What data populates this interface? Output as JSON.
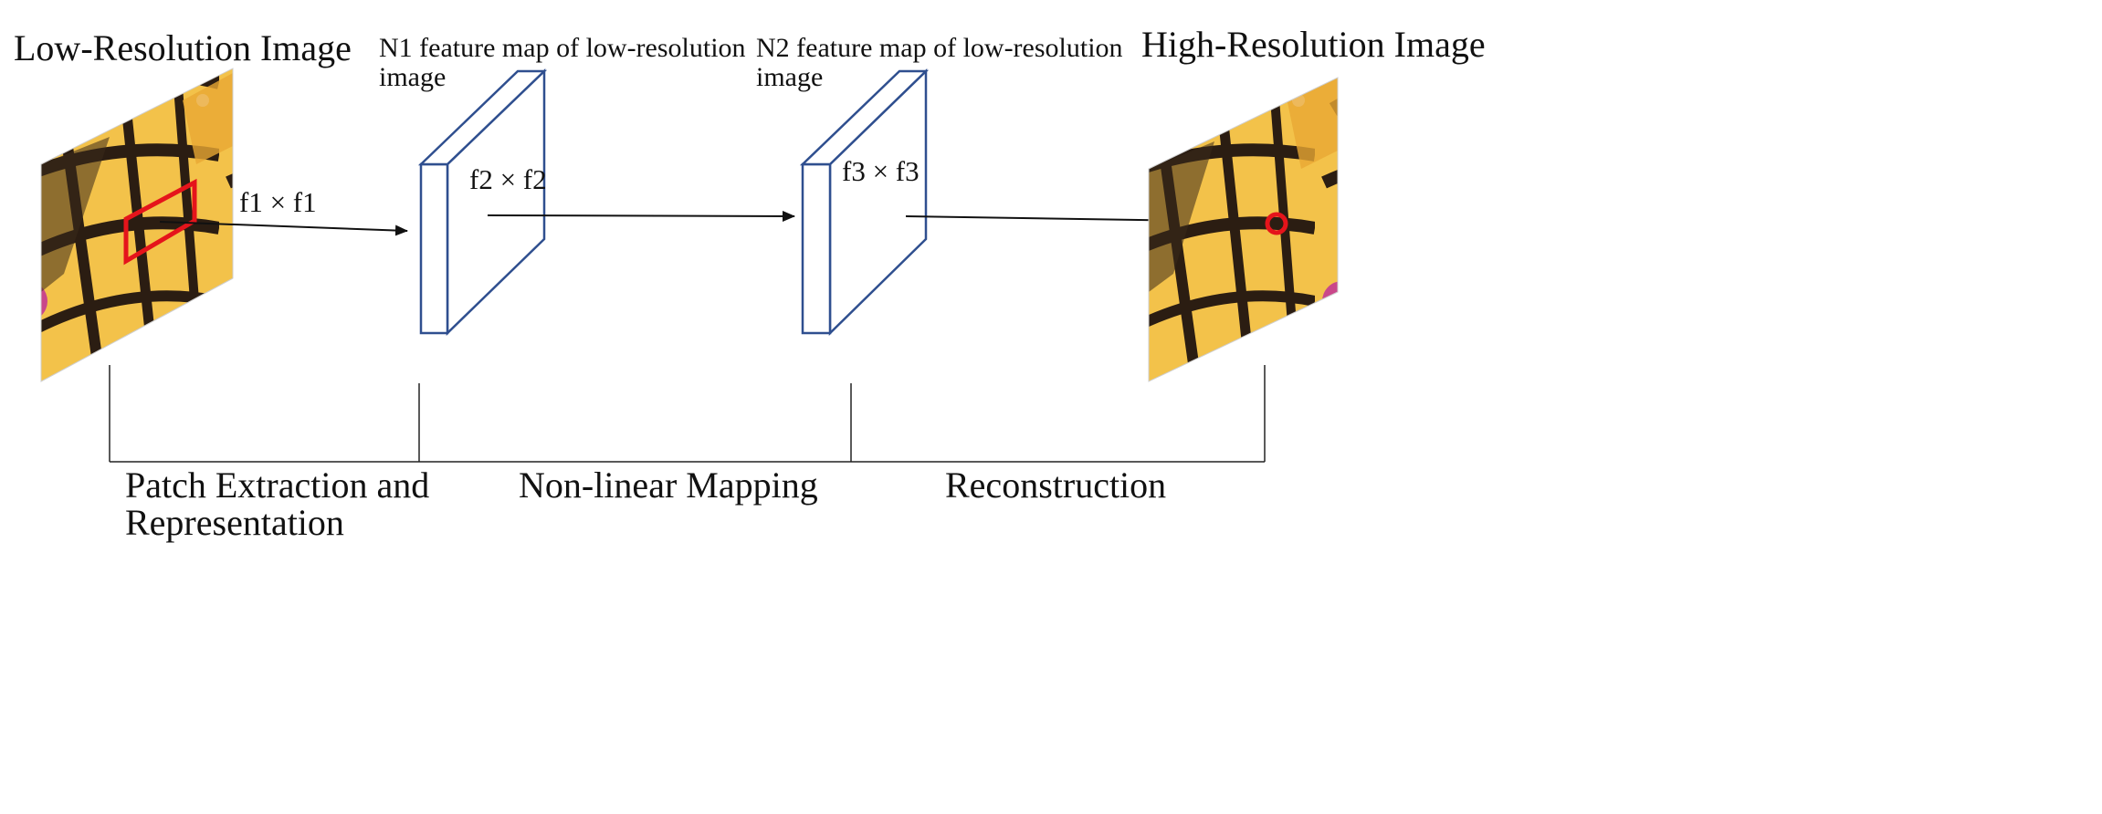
{
  "input": {
    "title": "Low-Resolution Image",
    "kernel_label": "f1 × f1"
  },
  "feature_map_1": {
    "caption_line1": "N1 feature map of low-resolution",
    "caption_line2": "image",
    "kernel_label": "f2 × f2"
  },
  "feature_map_2": {
    "caption_line1": "N2 feature map of low-resolution",
    "caption_line2": "image",
    "kernel_label": "f3 × f3"
  },
  "output": {
    "title": "High-Resolution Image"
  },
  "stages": {
    "stage1_line1": "Patch Extraction and",
    "stage1_line2": "Representation",
    "stage2": "Non-linear Mapping",
    "stage3": "Reconstruction"
  },
  "colors": {
    "block_outline": "#2f4f8f",
    "patch_highlight": "#e5141b",
    "arrow": "#111111",
    "bracket": "#222222"
  }
}
